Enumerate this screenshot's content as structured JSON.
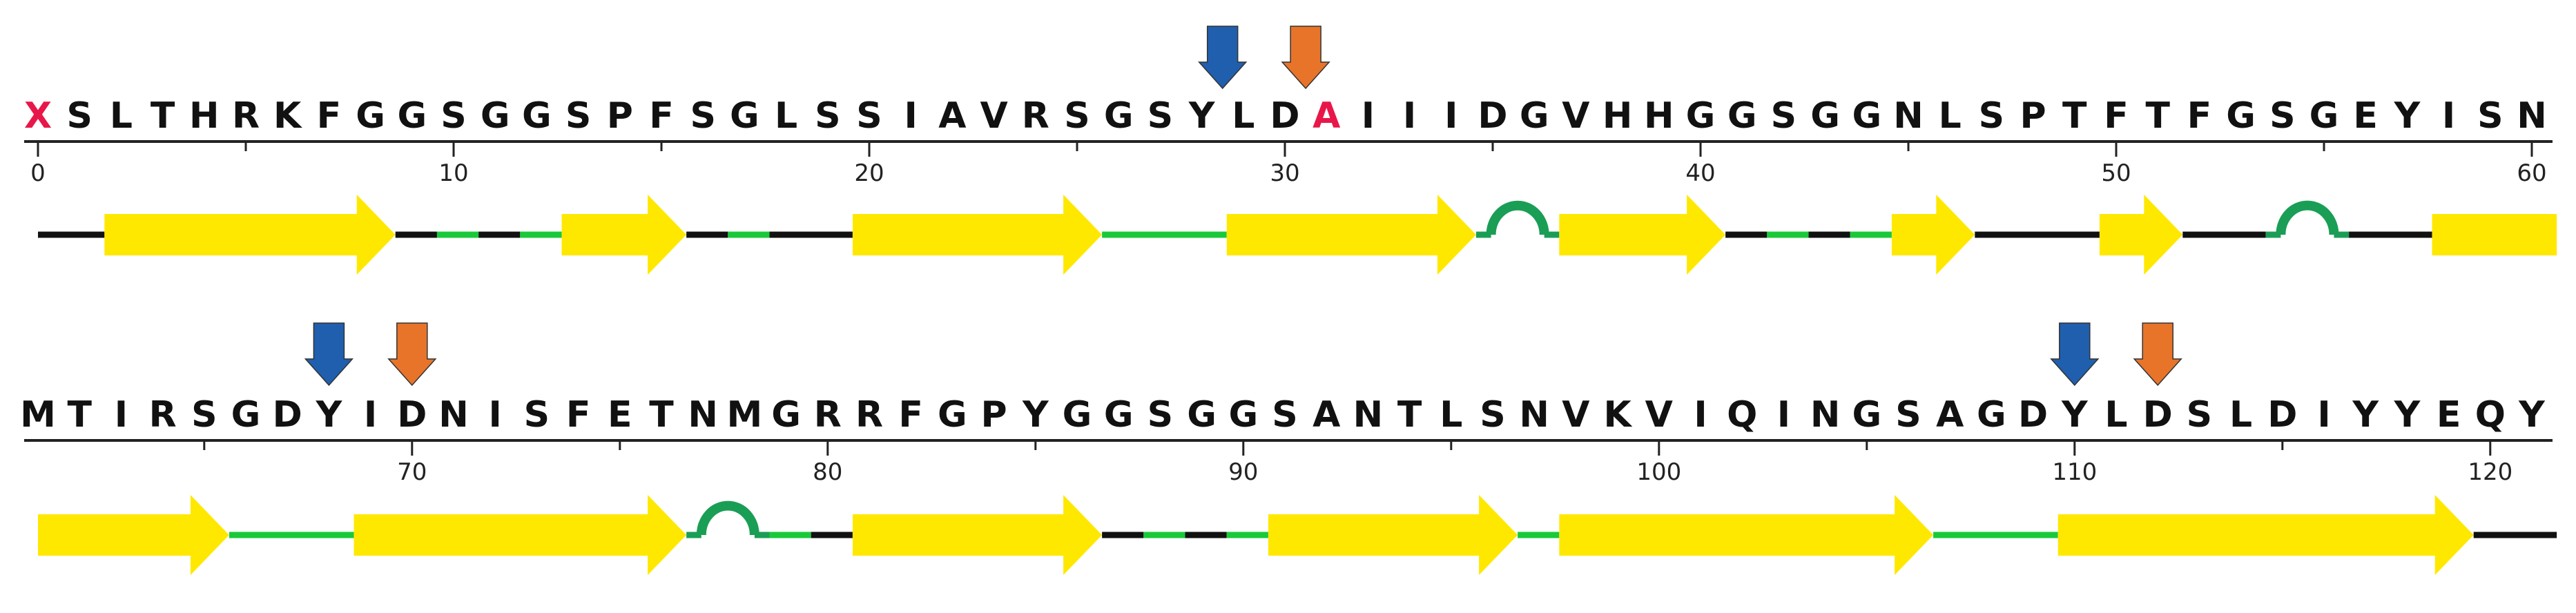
{
  "rows": [
    {
      "sequence": "XSLTHRKFGGSGGSPFSGLSSIAVRSGSYLDAIIIDGVHHGGSGGNLSPTFTFGSGEYISN",
      "start_index": 0,
      "tick_labels": [
        "0",
        "10",
        "20",
        "30",
        "40",
        "50",
        "60"
      ],
      "highlighted_positions": [
        0,
        31
      ],
      "markers": [
        {
          "position": 28.5,
          "color": "#1F5FAE"
        },
        {
          "position": 30.5,
          "color": "#E8742A"
        }
      ],
      "structure": [
        {
          "type": "coil",
          "from": 0,
          "to": 1.6
        },
        {
          "type": "strand",
          "from": 1.6,
          "to": 8.6
        },
        {
          "type": "coil",
          "from": 8.6,
          "to": 9.6
        },
        {
          "type": "turn",
          "from": 9.6,
          "to": 10.6
        },
        {
          "type": "coil",
          "from": 10.6,
          "to": 11.6
        },
        {
          "type": "turn",
          "from": 11.6,
          "to": 12.6
        },
        {
          "type": "strand",
          "from": 12.6,
          "to": 15.6
        },
        {
          "type": "coil",
          "from": 15.6,
          "to": 16.6
        },
        {
          "type": "turn",
          "from": 16.6,
          "to": 17.6
        },
        {
          "type": "coil",
          "from": 17.6,
          "to": 19.6
        },
        {
          "type": "strand",
          "from": 19.6,
          "to": 25.6
        },
        {
          "type": "turn",
          "from": 25.6,
          "to": 28.6
        },
        {
          "type": "strand",
          "from": 28.6,
          "to": 34.6
        },
        {
          "type": "bend",
          "from": 34.6,
          "to": 36.6
        },
        {
          "type": "strand",
          "from": 36.6,
          "to": 40.6
        },
        {
          "type": "coil",
          "from": 40.6,
          "to": 41.6
        },
        {
          "type": "turn",
          "from": 41.6,
          "to": 42.6
        },
        {
          "type": "coil",
          "from": 42.6,
          "to": 43.6
        },
        {
          "type": "turn",
          "from": 43.6,
          "to": 44.6
        },
        {
          "type": "strand",
          "from": 44.6,
          "to": 46.6
        },
        {
          "type": "coil",
          "from": 46.6,
          "to": 49.6
        },
        {
          "type": "strand",
          "from": 49.6,
          "to": 51.6
        },
        {
          "type": "coil",
          "from": 51.6,
          "to": 53.6
        },
        {
          "type": "bend",
          "from": 53.6,
          "to": 55.6
        },
        {
          "type": "coil",
          "from": 55.6,
          "to": 57.6
        },
        {
          "type": "strand_cont",
          "from": 57.6,
          "to": 60.6
        }
      ]
    },
    {
      "sequence": "MTIRSGDYIDNISFETNMGRRFGPYGGSGGSANTLSNVKVIQINGSAGDYLDSLDIYYEQY",
      "start_index": 61,
      "tick_labels": [
        "70",
        "80",
        "90",
        "100",
        "110",
        "120"
      ],
      "highlighted_positions": [],
      "markers": [
        {
          "position": 68,
          "color": "#1F5FAE"
        },
        {
          "position": 70,
          "color": "#E8742A"
        },
        {
          "position": 110,
          "color": "#1F5FAE"
        },
        {
          "position": 112,
          "color": "#E8742A"
        }
      ],
      "structure": [
        {
          "type": "strand",
          "from": 61,
          "to": 65.6
        },
        {
          "type": "turn",
          "from": 65.6,
          "to": 68.6
        },
        {
          "type": "strand",
          "from": 68.6,
          "to": 76.6
        },
        {
          "type": "bend",
          "from": 76.6,
          "to": 78.6
        },
        {
          "type": "turn",
          "from": 78.6,
          "to": 79.6
        },
        {
          "type": "coil",
          "from": 79.6,
          "to": 80.6
        },
        {
          "type": "strand",
          "from": 80.6,
          "to": 86.6
        },
        {
          "type": "coil",
          "from": 86.6,
          "to": 87.6
        },
        {
          "type": "turn",
          "from": 87.6,
          "to": 88.6
        },
        {
          "type": "coil",
          "from": 88.6,
          "to": 89.6
        },
        {
          "type": "turn",
          "from": 89.6,
          "to": 90.6
        },
        {
          "type": "strand",
          "from": 90.6,
          "to": 96.6
        },
        {
          "type": "turn",
          "from": 96.6,
          "to": 97.6
        },
        {
          "type": "strand",
          "from": 97.6,
          "to": 106.6
        },
        {
          "type": "turn",
          "from": 106.6,
          "to": 109.6
        },
        {
          "type": "strand",
          "from": 109.6,
          "to": 119.6
        },
        {
          "type": "coil",
          "from": 119.6,
          "to": 121.6
        }
      ]
    }
  ],
  "colors": {
    "residue": "#111111",
    "highlight": "#E8174A",
    "strand": "#FFE800",
    "turn": "#19C93A",
    "bend": "#1A9E55",
    "coil": "#111111",
    "axis": "#222222"
  }
}
